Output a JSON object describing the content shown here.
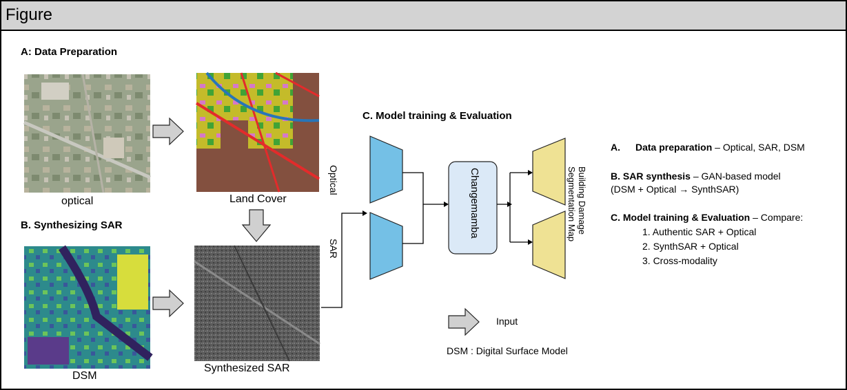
{
  "figure": {
    "title": "Figure"
  },
  "panel_a": {
    "heading": "A: Data Preparation",
    "optical_caption": "optical",
    "landcover_caption": "Land Cover"
  },
  "panel_b": {
    "heading": "B. Synthesizing SAR",
    "dsm_caption": "DSM",
    "synth_caption": "Synthesized SAR"
  },
  "panel_c": {
    "heading": "C. Model training & Evaluation",
    "encoder_optical_label": "Optical",
    "encoder_sar_label": "SAR",
    "model_label": "Changemamba",
    "output_label_line1": "Building Damage",
    "output_label_line2": "Segmentation Map",
    "input_legend": "Input",
    "dsm_note": "DSM : Digital Surface Model"
  },
  "summary": {
    "a_label": "A.",
    "a_bold": "Data preparation",
    "a_rest": " – Optical, SAR, DSM",
    "b_bold": "B. SAR synthesis",
    "b_rest": " – GAN-based model",
    "b_line2": "(DSM + Optical → SynthSAR)",
    "c_bold": "C. Model training & Evaluation",
    "c_rest": " – Compare:",
    "items": [
      "1.   Authentic SAR + Optical",
      "2.   SynthSAR + Optical",
      "3.   Cross-modality"
    ]
  },
  "colors": {
    "encoder_fill": "#74c0e6",
    "decoder_fill": "#efe294",
    "model_fill": "#dbe9f7",
    "arrow_fill": "#d0d0d0"
  }
}
